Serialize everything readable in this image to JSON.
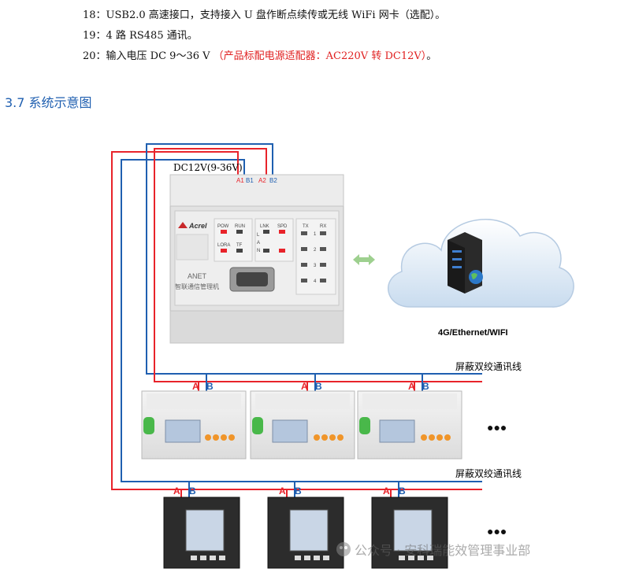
{
  "items": [
    {
      "text": "18：USB2.0 高速接口，支持接入 U 盘作断点续传或无线 WiFi 网卡（选配）。"
    },
    {
      "text": "19：4 路 RS485 通讯。"
    },
    {
      "text_black": "20：输入电压 DC 9～36 V ",
      "text_red": "（产品标配电源适配器：AC220V 转 DC12V）",
      "text_end": "。"
    }
  ],
  "section_title": "3.7 系统示意图",
  "diagram": {
    "power_label": "DC12V(9-36V)",
    "terminals": [
      "A1",
      "B1",
      "A2",
      "B2"
    ],
    "gateway": {
      "brand": "Acrel",
      "model": "ANET",
      "name": "智联通信管理机",
      "leds": [
        "POW",
        "RUN",
        "LNK",
        "SPD",
        "TX",
        "RX",
        "LORA",
        "TF"
      ],
      "led_side": [
        "L",
        "A",
        "N"
      ],
      "port_numbers": [
        "1",
        "2",
        "3",
        "4"
      ]
    },
    "cloud_label": "4G/Ethernet/WIFI",
    "bus_label_1": "屏蔽双绞通讯线",
    "bus_label_2": "屏蔽双绞通讯线",
    "ab": [
      "A",
      "B"
    ],
    "ellipsis": "●●●",
    "watermark": "公众号 · 安科瑞能效管理事业部",
    "colors": {
      "red_wire": "#e8232a",
      "blue_wire": "#1f5fb0",
      "arrow": "#9ed08f"
    }
  }
}
